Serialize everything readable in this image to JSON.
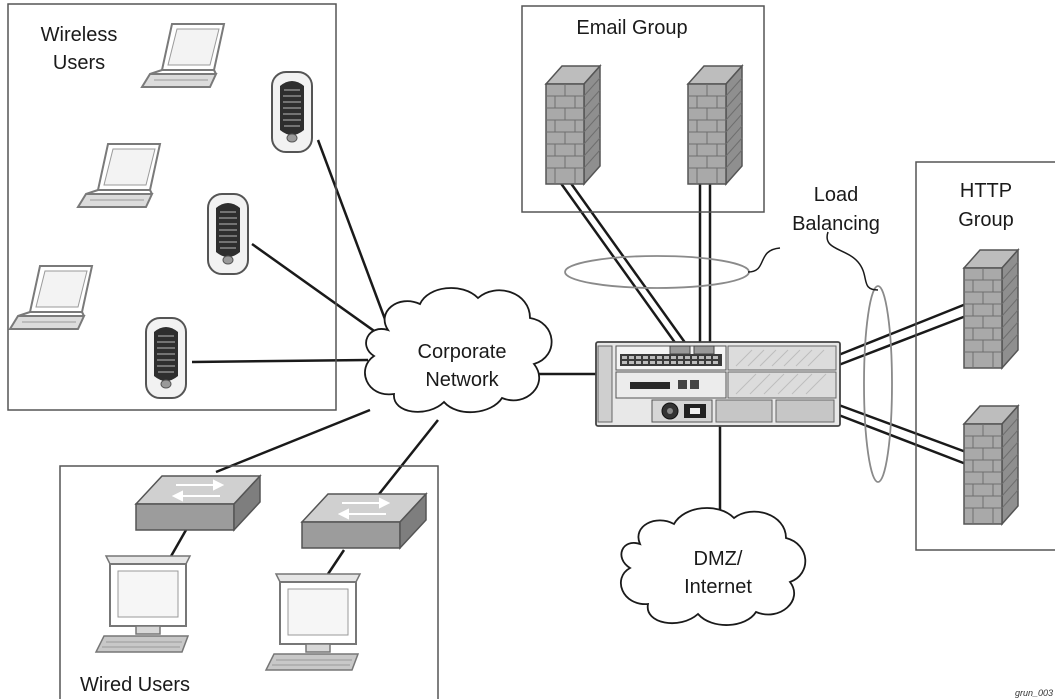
{
  "groups": {
    "wireless_users": [
      "Wireless",
      "Users"
    ],
    "email_group": "Email Group",
    "http_group": [
      "HTTP",
      "Group"
    ],
    "wired_users": "Wired Users"
  },
  "clouds": {
    "corporate_network": [
      "Corporate",
      "Network"
    ],
    "dmz_internet": [
      "DMZ/",
      "Internet"
    ]
  },
  "annotations": {
    "load_balancing": [
      "Load",
      "Balancing"
    ]
  },
  "figure_tag": "grun_003"
}
